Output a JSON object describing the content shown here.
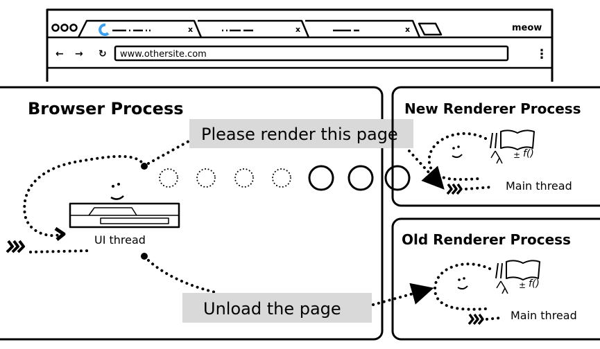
{
  "browser_window": {
    "title_text": "meow",
    "url": "www.othersite.com",
    "tabs": [
      {
        "loading": true
      },
      {},
      {}
    ],
    "accent_color": "#3aa0f0"
  },
  "browser_process": {
    "title": "Browser Process",
    "thread_label": "UI thread",
    "message_render": "Please render this page",
    "message_unload": "Unload the page"
  },
  "new_renderer": {
    "title": "New Renderer Process",
    "thread_label": "Main thread"
  },
  "old_renderer": {
    "title": "Old Renderer Process",
    "thread_label": "Main thread"
  },
  "label_bg_color": "#d9d9d9"
}
